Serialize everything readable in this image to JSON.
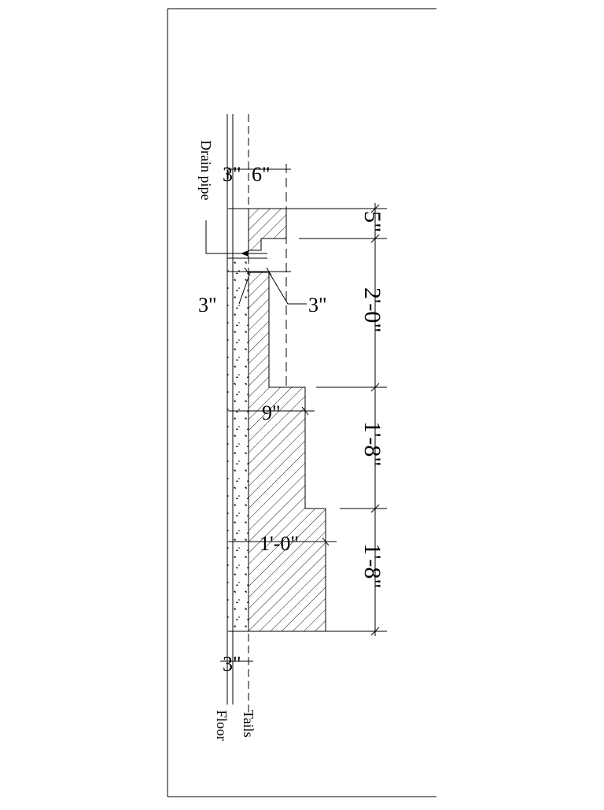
{
  "drawing": {
    "dimensions": {
      "top_left_3": "3\"",
      "top_6": "6\"",
      "left_3": "3\"",
      "right_3": "3\"",
      "width_9": "9\"",
      "width_1_0": "1'-0\"",
      "bottom_3": "3\"",
      "height_5": "5\"",
      "height_2_0": "2'-0\"",
      "height_1_8_upper": "1'-8\"",
      "height_1_8_lower": "1'-8\""
    },
    "labels": {
      "drain_pipe": "Drain pipe",
      "floor": "Floor",
      "tails": "Tails"
    },
    "colors": {
      "line": "#000000",
      "background": "#ffffff"
    }
  }
}
